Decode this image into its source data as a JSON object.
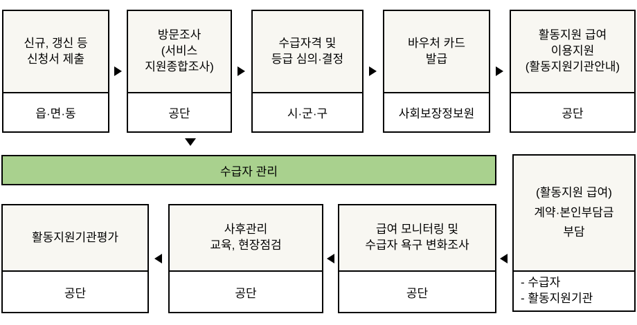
{
  "colors": {
    "box_fill": "#f8f7f2",
    "agency_fill": "#ffffff",
    "green_bar": "#a9d18e",
    "border": "#000000"
  },
  "flow": {
    "top_row": [
      {
        "title": "신규, 갱신 등\n신청서 제출",
        "agency": "읍·면·동"
      },
      {
        "title": "방문조사\n(서비스\n지원종합조사)",
        "agency": "공단"
      },
      {
        "title": "수급자격 및\n등급 심의·결정",
        "agency": "시·군·구"
      },
      {
        "title": "바우처 카드\n발급",
        "agency": "사회보장정보원"
      },
      {
        "title": "활동지원 급여\n이용지원\n(활동지원기관안내)",
        "agency": "공단"
      }
    ],
    "middle_bar": {
      "label": "수급자 관리"
    },
    "contract_box": {
      "title": "(활동지원 급여)\n계약·본인부담금\n부담",
      "parties": [
        "- 수급자",
        "- 활동지원기관"
      ]
    },
    "bottom_row": [
      {
        "title": "활동지원기관평가",
        "agency": "공단"
      },
      {
        "title": "사후관리\n교육, 현장점검",
        "agency": "공단"
      },
      {
        "title": "급여 모니터링 및\n수급자 욕구 변화조사",
        "agency": "공단"
      }
    ]
  }
}
